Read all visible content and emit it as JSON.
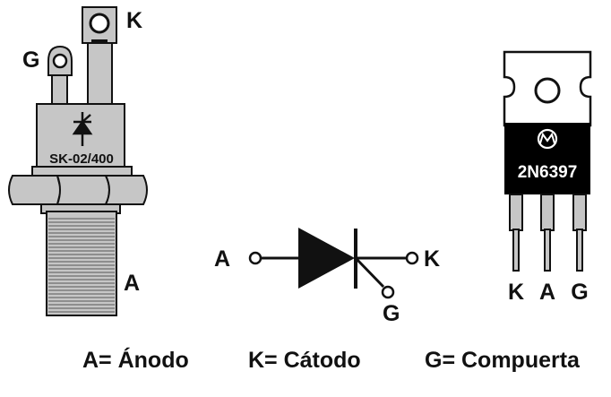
{
  "stud_thyristor": {
    "model": "SK-02/400",
    "pin_gate": "G",
    "pin_cathode": "K",
    "pin_anode": "A"
  },
  "symbol": {
    "terminal_anode": "A",
    "terminal_cathode": "K",
    "terminal_gate": "G"
  },
  "to220": {
    "model": "2N6397",
    "pins": [
      "K",
      "A",
      "G"
    ]
  },
  "legend": [
    "A= Ánodo",
    "K= Cátodo",
    "G= Compuerta"
  ],
  "colors": {
    "body_gray": "#c6c6c6",
    "outline": "#111111",
    "chip_black": "#000000"
  }
}
